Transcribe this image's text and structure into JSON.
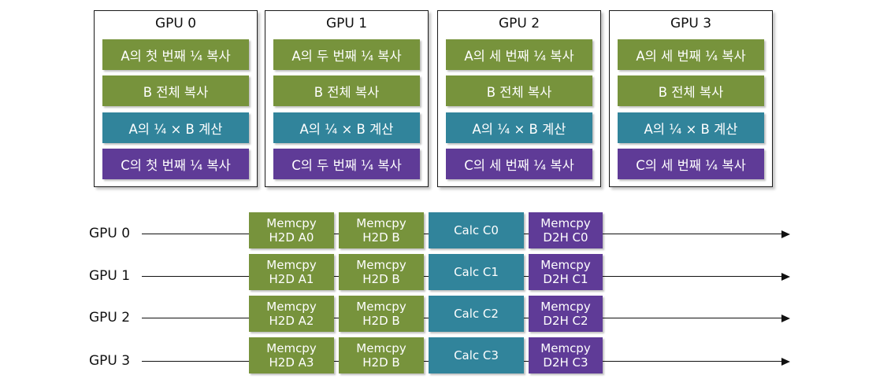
{
  "gpus": [
    {
      "title": "GPU 0",
      "tasks": [
        "A의 첫 번째 ¼ 복사",
        "B 전체 복사",
        "A의 ¼ × B 계산",
        "C의 첫 번째 ¼ 복사"
      ]
    },
    {
      "title": "GPU 1",
      "tasks": [
        "A의 두 번째 ¼ 복사",
        "B 전체 복사",
        "A의 ¼ × B 계산",
        "C의 두 번째 ¼ 복사"
      ]
    },
    {
      "title": "GPU 2",
      "tasks": [
        "A의 세 번째 ¼ 복사",
        "B 전체 복사",
        "A의 ¼ × B 계산",
        "C의 세 번째 ¼ 복사"
      ]
    },
    {
      "title": "GPU 3",
      "tasks": [
        "A의 세 번째 ¼ 복사",
        "B 전체 복사",
        "A의 ¼ × B 계산",
        "C의 세 번째 ¼ 복사"
      ]
    }
  ],
  "timeline": [
    {
      "label": "GPU 0",
      "blocks": [
        [
          "Memcpy",
          "H2D A0"
        ],
        [
          "Memcpy",
          "H2D B"
        ],
        [
          "Calc C0"
        ],
        [
          "Memcpy",
          "D2H C0"
        ]
      ]
    },
    {
      "label": "GPU 1",
      "blocks": [
        [
          "Memcpy",
          "H2D A1"
        ],
        [
          "Memcpy",
          "H2D B"
        ],
        [
          "Calc C1"
        ],
        [
          "Memcpy",
          "D2H C1"
        ]
      ]
    },
    {
      "label": "GPU 2",
      "blocks": [
        [
          "Memcpy",
          "H2D A2"
        ],
        [
          "Memcpy",
          "H2D B"
        ],
        [
          "Calc C2"
        ],
        [
          "Memcpy",
          "D2H C2"
        ]
      ]
    },
    {
      "label": "GPU 3",
      "blocks": [
        [
          "Memcpy",
          "H2D A3"
        ],
        [
          "Memcpy",
          "H2D B"
        ],
        [
          "Calc C3"
        ],
        [
          "Memcpy",
          "D2H C3"
        ]
      ]
    }
  ],
  "colors": {
    "copy": "#77933c",
    "compute": "#31849b",
    "copy_back": "#5f3b97"
  }
}
